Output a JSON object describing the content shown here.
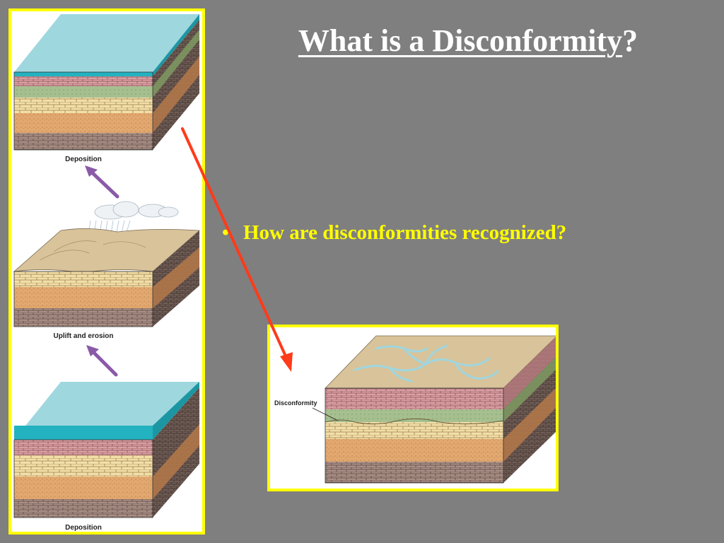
{
  "slide": {
    "title_main": "What is a Disconformity",
    "title_mark": "?",
    "bullet": "How are disconformities recognized?"
  },
  "diagram": {
    "step1_label": "Deposition",
    "step2_label": "Uplift and erosion",
    "step3_label": "Deposition",
    "callout_label": "Disconformity"
  },
  "colors": {
    "background": "#7f7f7f",
    "title": "#ffffff",
    "bullet": "#ffff00",
    "panel_border": "#ffff00",
    "pointer_arrow": "#ff3b1a",
    "water": "#2ab6c2",
    "progress_arrow": "#8a5aa8"
  }
}
